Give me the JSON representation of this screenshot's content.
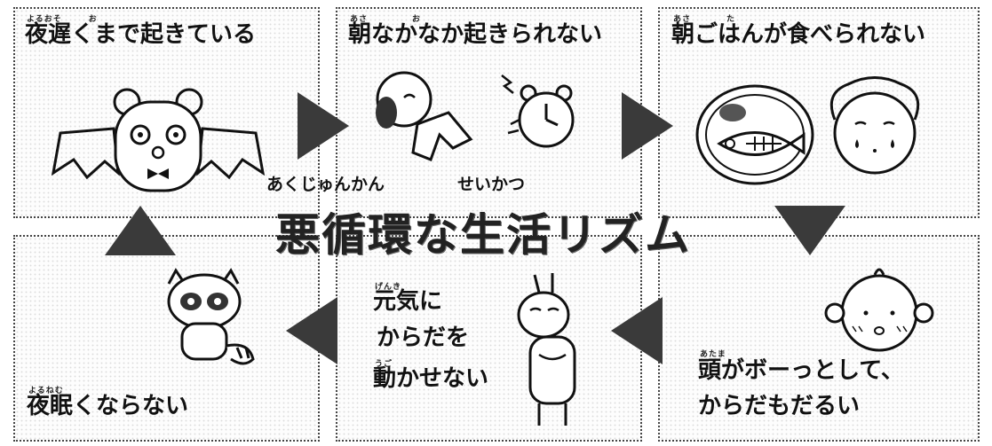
{
  "title": {
    "ruby_left": "あくじゅんかん",
    "ruby_right": "せいかつ",
    "main": "悪循環な生活リズム"
  },
  "panels": [
    {
      "id": "late-night",
      "ruby": "よるおそ　　　お",
      "caption": "夜遅くまで起きている"
    },
    {
      "id": "cant-wake",
      "ruby": "あさ　　　　　お",
      "caption": "朝なかなか起きられない"
    },
    {
      "id": "no-breakfast",
      "ruby": "あさ　　　　た",
      "caption": "朝ごはんが食べられない"
    },
    {
      "id": "foggy-head",
      "ruby": "あたま",
      "caption_lines": [
        "頭がボーっとして、",
        "からだもだるい"
      ]
    },
    {
      "id": "no-energy",
      "ruby_1": "げんき",
      "ruby_2": "うご",
      "caption_lines": [
        "元気に",
        "からだを",
        "動かせない"
      ]
    },
    {
      "id": "cant-sleep",
      "ruby": "よるねむ",
      "caption": "夜眠くならない"
    }
  ],
  "colors": {
    "ink": "#111111",
    "arrow": "#3a3a3a",
    "panel_border": "#444444"
  }
}
